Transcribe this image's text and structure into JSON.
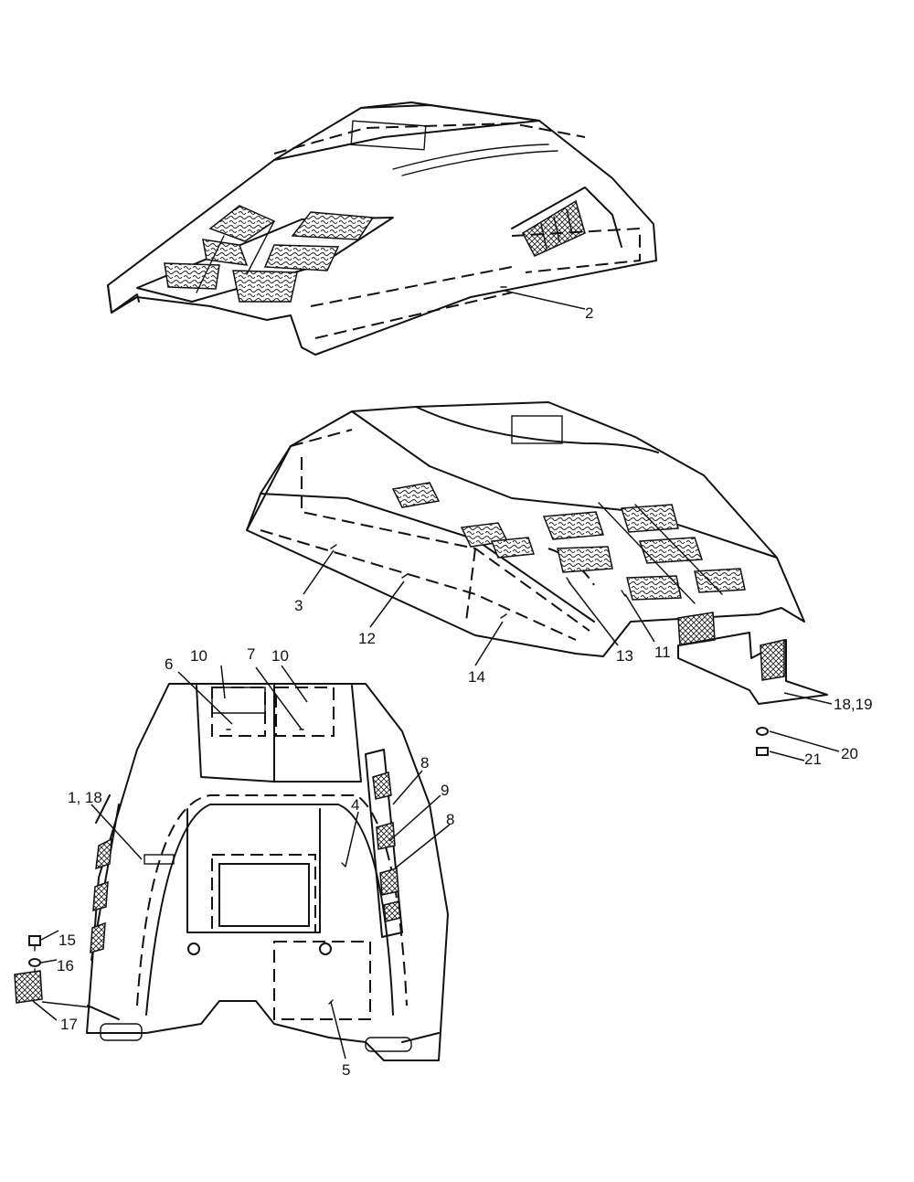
{
  "diagram": {
    "callouts": [
      {
        "id": "c2",
        "text": "2"
      },
      {
        "id": "c3",
        "text": "3"
      },
      {
        "id": "c12",
        "text": "12"
      },
      {
        "id": "c14",
        "text": "14"
      },
      {
        "id": "c13",
        "text": "13"
      },
      {
        "id": "c11",
        "text": "11"
      },
      {
        "id": "c18_19",
        "text": "18,19"
      },
      {
        "id": "c20",
        "text": "20"
      },
      {
        "id": "c21",
        "text": "21"
      },
      {
        "id": "c10a",
        "text": "10"
      },
      {
        "id": "c6",
        "text": "6"
      },
      {
        "id": "c7",
        "text": "7"
      },
      {
        "id": "c10b",
        "text": "10"
      },
      {
        "id": "c8a",
        "text": "8"
      },
      {
        "id": "c9",
        "text": "9"
      },
      {
        "id": "c8b",
        "text": "8"
      },
      {
        "id": "c1_18",
        "text": "1, 18"
      },
      {
        "id": "c4",
        "text": "4"
      },
      {
        "id": "c15",
        "text": "15"
      },
      {
        "id": "c16",
        "text": "16"
      },
      {
        "id": "c17",
        "text": "17"
      },
      {
        "id": "c5",
        "text": "5"
      }
    ]
  }
}
